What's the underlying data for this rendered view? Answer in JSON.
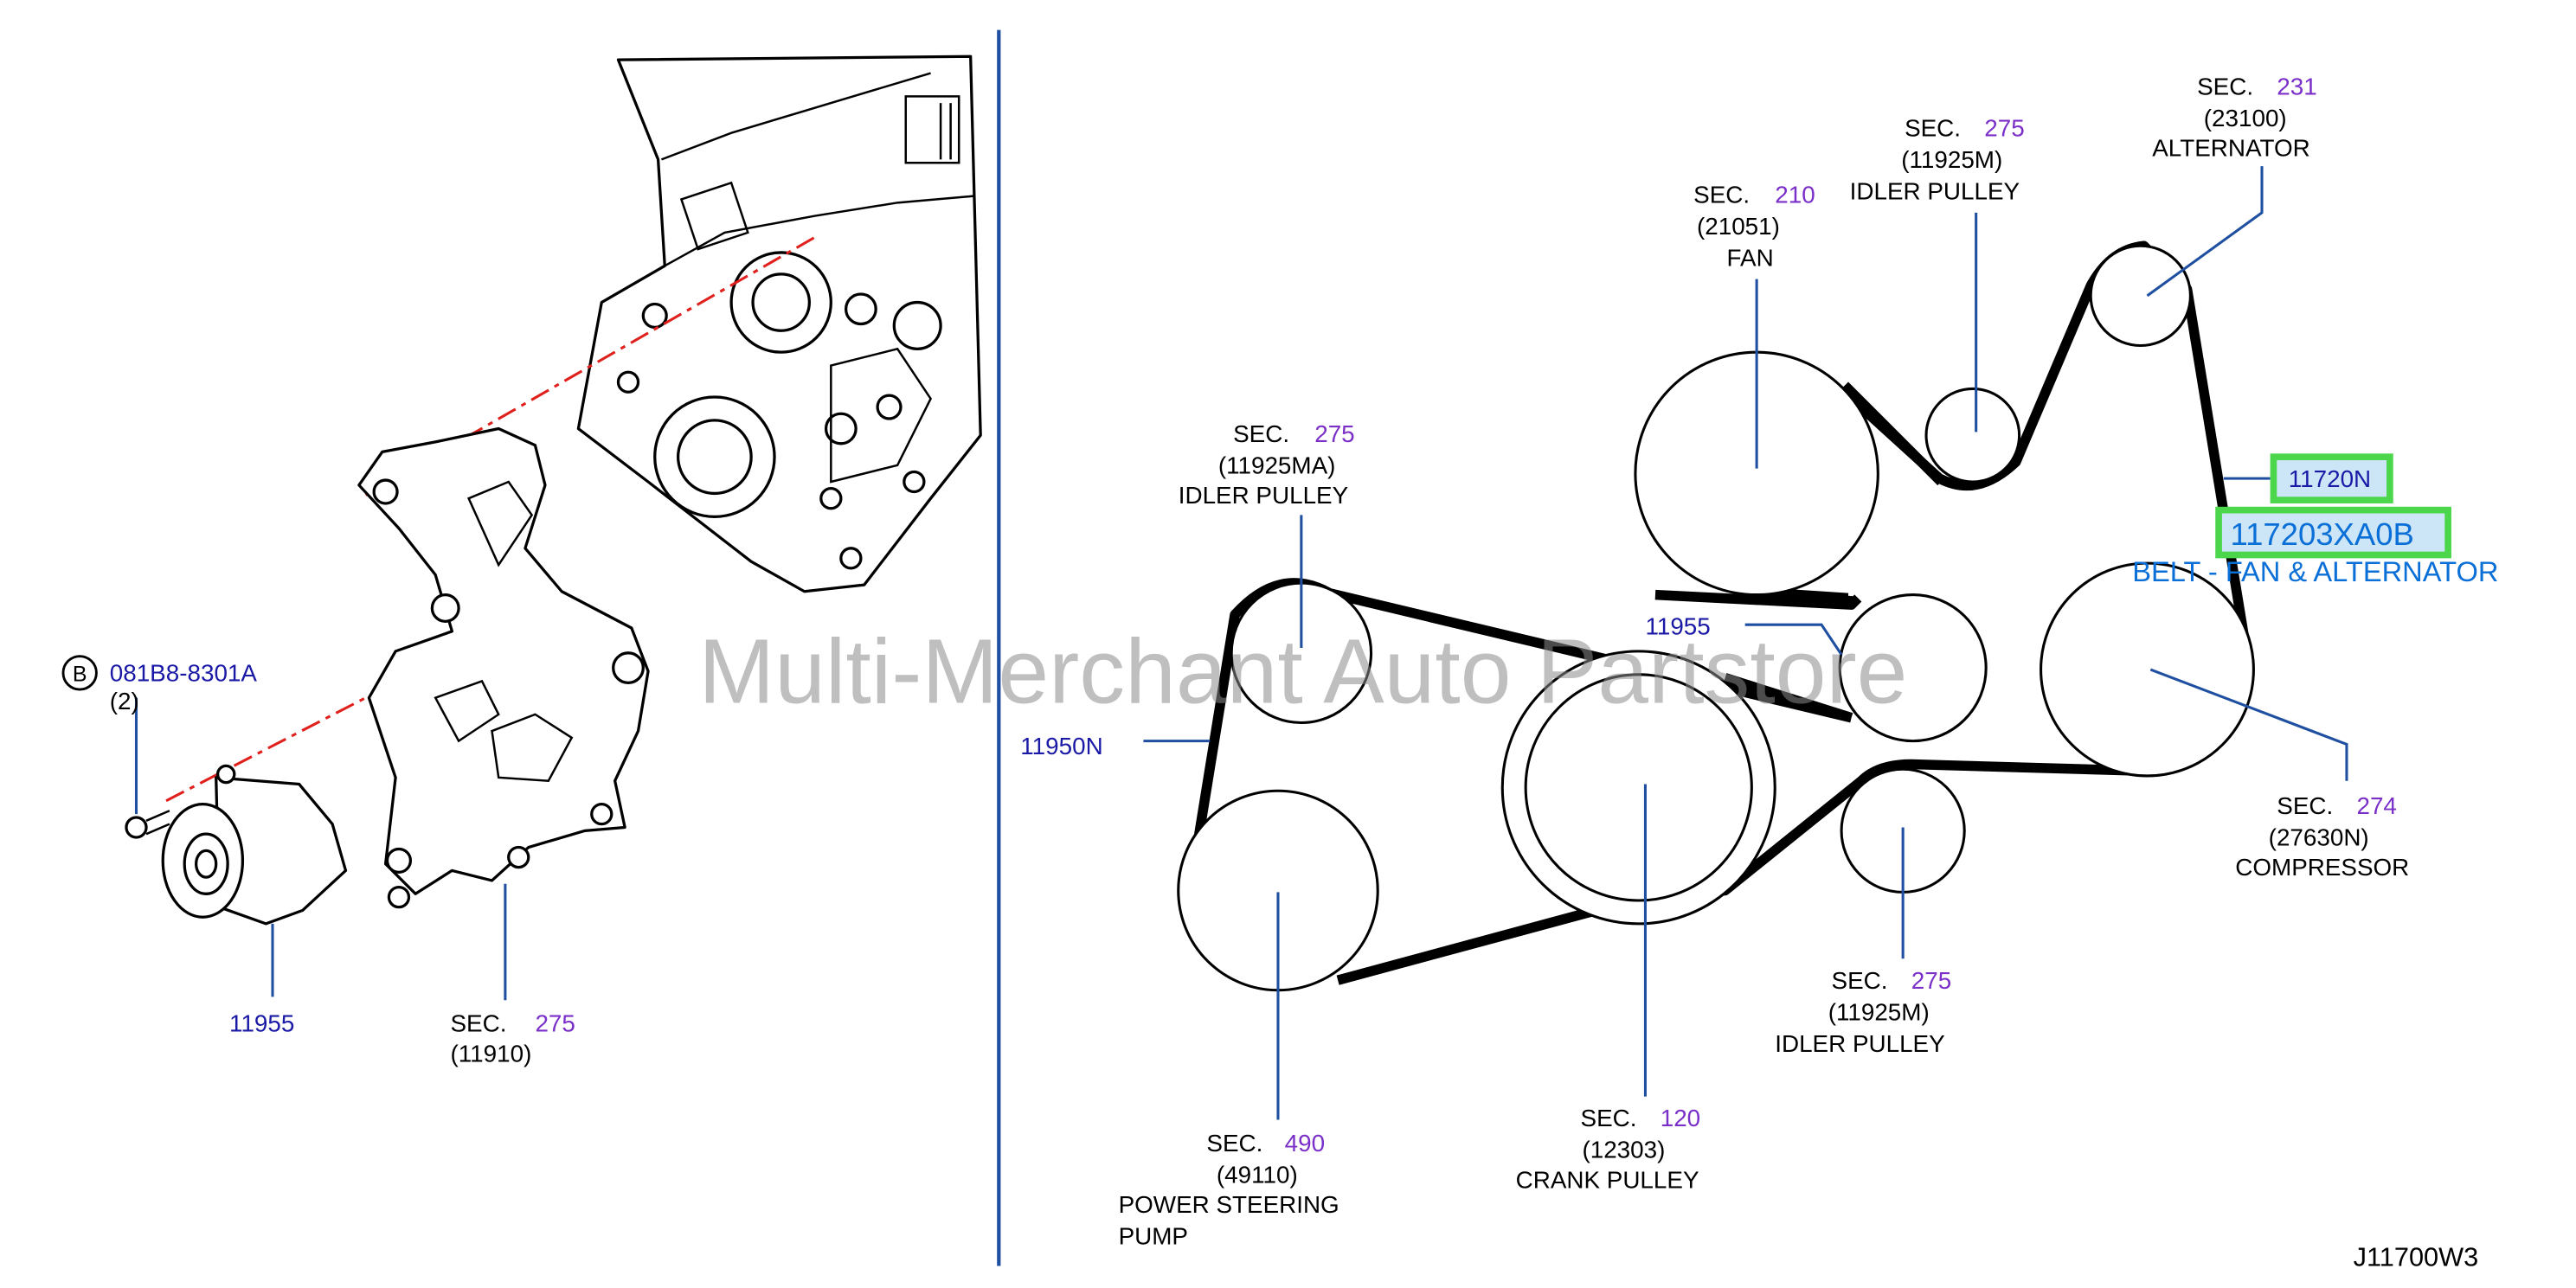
{
  "labels": {
    "sec": "SEC.",
    "idler_pulley": "IDLER   PULLEY",
    "idler_pulley_2": "IDLER   PULLEY",
    "idler_pulley_3": "IDLER   PULLEY",
    "fan": "FAN",
    "alternator": "ALTERNATOR",
    "compressor": "COMPRESSOR",
    "crank_pulley": "CRANK   PULLEY",
    "power_steering": "POWER   STEERING",
    "pump": "PUMP"
  },
  "parts": {
    "tensioner_left": "11955",
    "tensioner_right": "11955",
    "bolt": "081B8-8301A",
    "bolt_qty": "(2)",
    "bolt_badge": "B",
    "bracket_sec": "275",
    "bracket_code": "(11910)",
    "idler_ma_sec": "275",
    "idler_ma_code": "(11925MA)",
    "fan_sec": "210",
    "fan_code": "(21051)",
    "idler_top_sec": "275",
    "idler_top_code": "(11925M)",
    "alternator_sec": "231",
    "alternator_code": "(23100)",
    "compressor_sec": "274",
    "compressor_code": "(27630N)",
    "idler_bottom_sec": "275",
    "idler_bottom_code": "(11925M)",
    "crank_sec": "120",
    "crank_code": "(12303)",
    "ps_sec": "490",
    "ps_code": "(49110)",
    "belt_left": "11950N",
    "belt_right": "11720N",
    "belt_part_number": "117203XA0B",
    "belt_description": "BELT - FAN & ALTERNATOR"
  },
  "watermark": "Multi-Merchant Auto Partstore",
  "figure_code": "J11700W3",
  "colors": {
    "part_number": "#1a1aa6",
    "section_number": "#7b2fc9",
    "leader": "#1f4fa0",
    "highlight_border": "#4cd64c",
    "highlight_fill": "#cde6f7",
    "description": "#0a6fd6",
    "divider": "#1f4fa0",
    "dash_line": "#e0201c"
  }
}
